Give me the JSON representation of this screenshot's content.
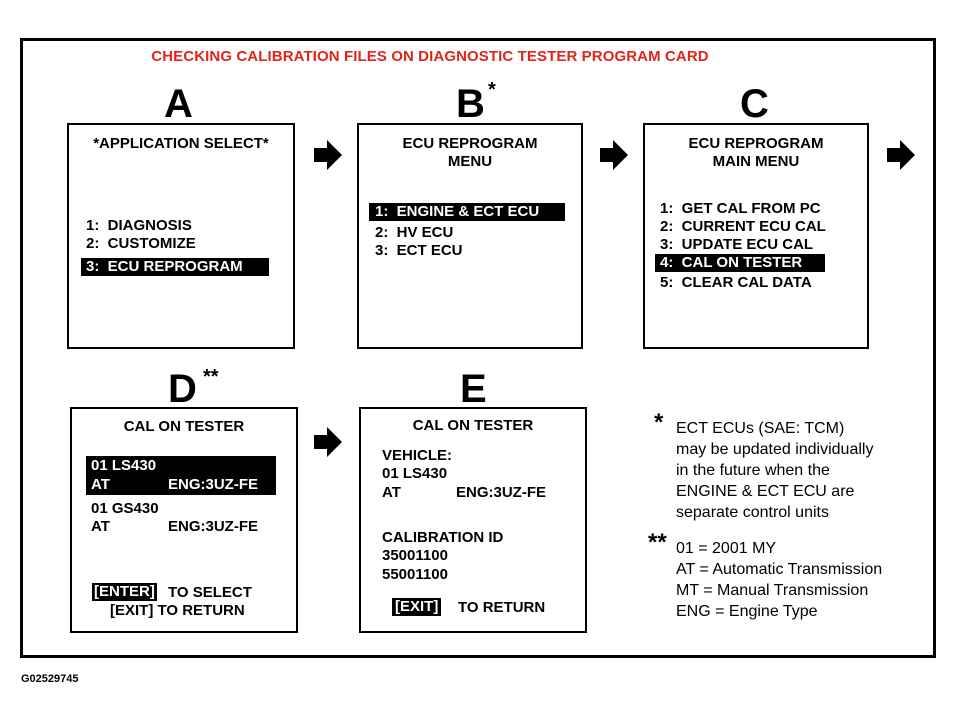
{
  "title": "CHECKING CALIBRATION FILES ON DIAGNOSTIC TESTER PROGRAM CARD",
  "figure_code": "G02529745",
  "screens": {
    "a": {
      "letter": "A",
      "header": "*APPLICATION SELECT*",
      "items": [
        "1:  DIAGNOSIS",
        "2:  CUSTOMIZE",
        "3:  ECU REPROGRAM"
      ]
    },
    "b": {
      "letter": "B",
      "mark": "*",
      "header1": "ECU REPROGRAM",
      "header2": "MENU",
      "items": [
        "1:  ENGINE & ECT ECU",
        "2:  HV ECU",
        "3:  ECT ECU"
      ]
    },
    "c": {
      "letter": "C",
      "header1": "ECU REPROGRAM",
      "header2": "MAIN MENU",
      "items": [
        "1:  GET CAL FROM PC",
        "2:  CURRENT ECU CAL",
        "3:  UPDATE ECU CAL",
        "4:  CAL ON TESTER",
        "5:  CLEAR CAL DATA"
      ]
    },
    "d": {
      "letter": "D",
      "mark": "**",
      "header": "CAL ON TESTER",
      "entry1_line1": "01 LS430",
      "entry1_at": "AT",
      "entry1_eng": "ENG:3UZ-FE",
      "entry2_line1": "01 GS430",
      "entry2_at": "AT",
      "entry2_eng": "ENG:3UZ-FE",
      "enter_key": "[ENTER]",
      "enter_text": "TO SELECT",
      "exit_line": "[EXIT] TO RETURN"
    },
    "e": {
      "letter": "E",
      "header": "CAL ON TESTER",
      "vehicle_label": "VEHICLE:",
      "vehicle_model": "01 LS430",
      "vehicle_at": "AT",
      "vehicle_eng": "ENG:3UZ-FE",
      "cal_label": "CALIBRATION ID",
      "cal_ids": [
        "35001100",
        "55001100"
      ],
      "exit_key": "[EXIT]",
      "exit_text": "TO RETURN"
    }
  },
  "notes": {
    "single_mark": "*",
    "single_lines": [
      "ECT ECUs (SAE: TCM)",
      "may be updated individually",
      "in the future when the",
      "ENGINE & ECT ECU are",
      "separate control units"
    ],
    "double_mark": "**",
    "double_lines": [
      "01 = 2001 MY",
      "AT = Automatic Transmission",
      "MT = Manual Transmission",
      "ENG = Engine Type"
    ]
  },
  "colors": {
    "title": "#e1251b",
    "ink": "#000000",
    "highlight_text": "#ffffff"
  },
  "icons": {
    "arrow": "right-block-arrow-icon"
  }
}
